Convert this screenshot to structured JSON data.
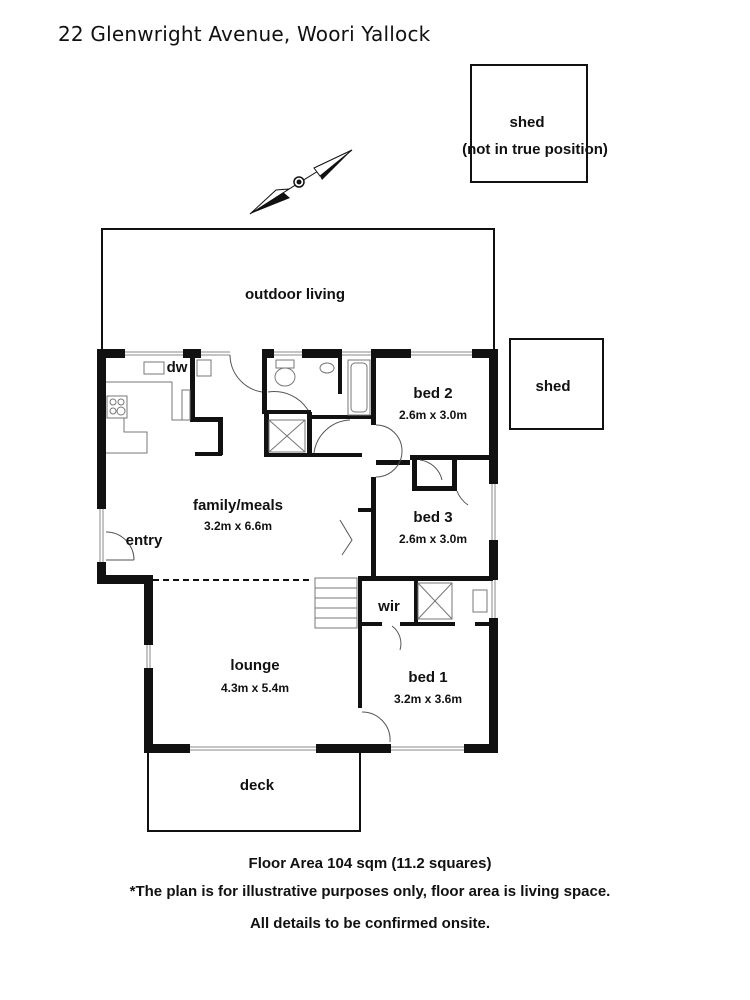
{
  "header": {
    "title": "22 Glenwright Avenue, Woori Yallock"
  },
  "compass": {
    "icon": "north-arrow-icon"
  },
  "rooms": {
    "shed_top": {
      "name": "shed",
      "note": "(not in true position)"
    },
    "shed_side": {
      "name": "shed"
    },
    "outdoor_living": {
      "name": "outdoor living"
    },
    "kitchen_dw": {
      "name": "dw"
    },
    "family_meals": {
      "name": "family/meals",
      "dims": "3.2m x 6.6m"
    },
    "entry": {
      "name": "entry"
    },
    "bed2": {
      "name": "bed 2",
      "dims": "2.6m x 3.0m"
    },
    "bed3": {
      "name": "bed 3",
      "dims": "2.6m x 3.0m"
    },
    "wir": {
      "name": "wir"
    },
    "bed1": {
      "name": "bed 1",
      "dims": "3.2m x 3.6m"
    },
    "lounge": {
      "name": "lounge",
      "dims": "4.3m x 5.4m"
    },
    "deck": {
      "name": "deck"
    }
  },
  "footer": {
    "floor_area": "Floor Area 104 sqm (11.2 squares)",
    "disclaimer": "*The plan is for illustrative purposes only, floor area is living space.",
    "confirm": "All details to be confirmed onsite."
  }
}
